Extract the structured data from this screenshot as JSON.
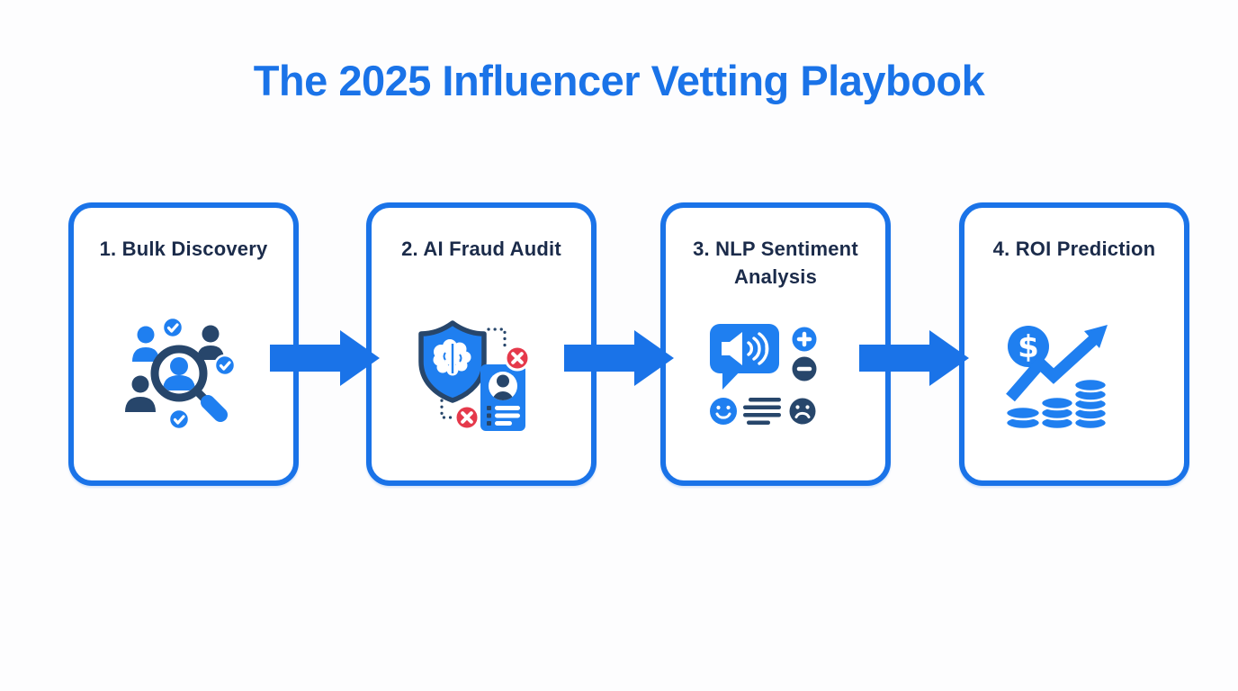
{
  "title": "The 2025 Influencer Vetting Playbook",
  "colors": {
    "accent": "#1a73e8",
    "icon-blue": "#1f7ff0",
    "navy": "#27466b",
    "navy-text": "#1b2b4a",
    "red": "#e5394b",
    "bg": "#fdfdfe"
  },
  "steps": [
    {
      "label": "1. Bulk Discovery",
      "icon": "bulk-discovery-icon"
    },
    {
      "label": "2. AI Fraud Audit",
      "icon": "ai-fraud-audit-icon"
    },
    {
      "label": "3. NLP Sentiment Analysis",
      "icon": "nlp-sentiment-icon"
    },
    {
      "label": "4. ROI Prediction",
      "icon": "roi-prediction-icon"
    }
  ],
  "flow": {
    "connector": "arrow-right-icon",
    "count": 3
  }
}
